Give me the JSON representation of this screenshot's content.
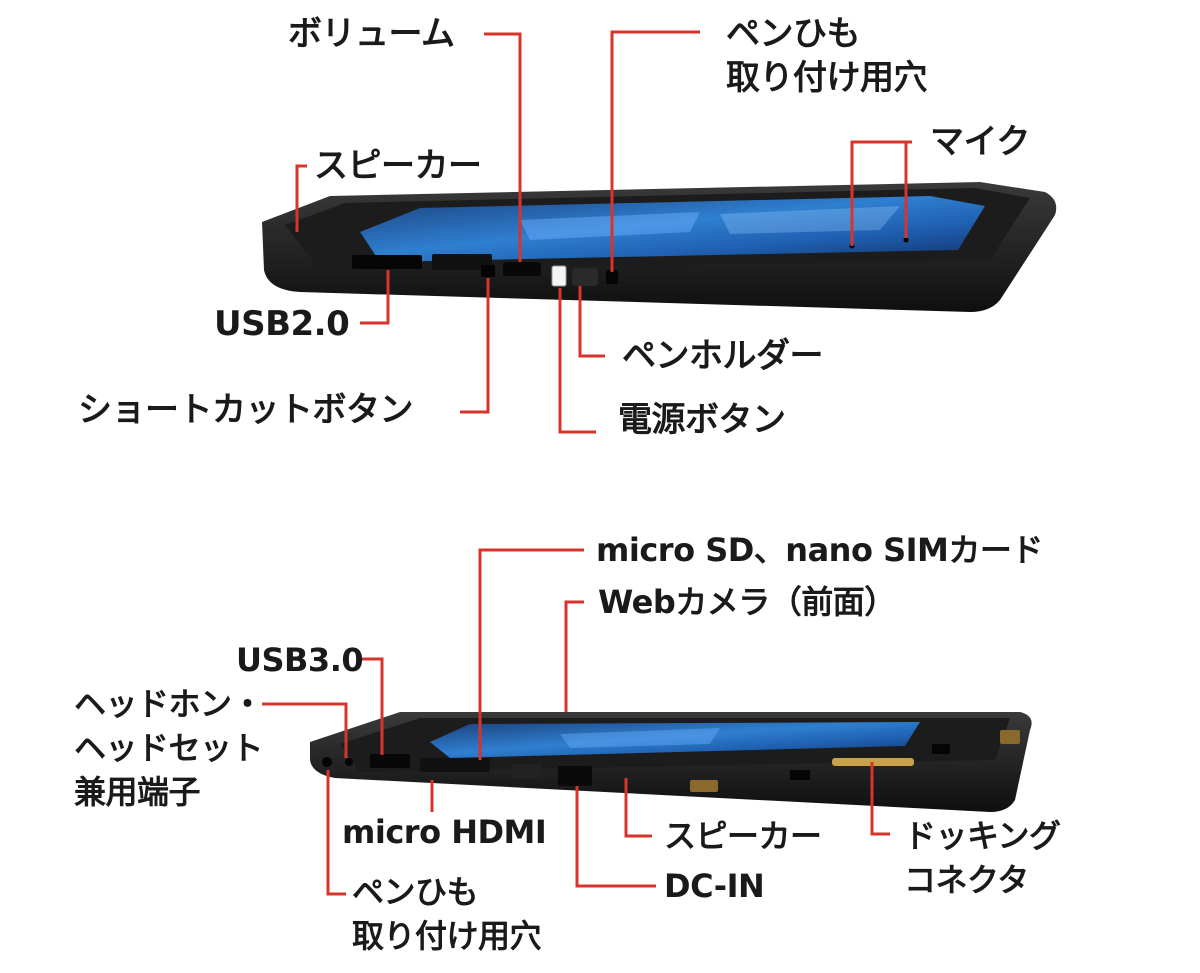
{
  "accent_color": "#d8342c",
  "top_device": {
    "labels": {
      "volume": "ボリューム",
      "pen_strap_hole_line1": "ペンひも",
      "pen_strap_hole_line2": "取り付け用穴",
      "speaker": "スピーカー",
      "mic": "マイク",
      "usb2": "USB2.0",
      "pen_holder": "ペンホルダー",
      "shortcut_button": "ショートカットボタン",
      "power_button": "電源ボタン"
    }
  },
  "bottom_device": {
    "labels": {
      "sd_sim": "micro SD、nano SIMカード",
      "webcam": "Webカメラ（前面）",
      "usb3": "USB3.0",
      "headphone_line1": "ヘッドホン・",
      "headphone_line2": "ヘッドセット",
      "headphone_line3": "兼用端子",
      "micro_hdmi": "micro HDMI",
      "speaker": "スピーカー",
      "docking_line1": "ドッキング",
      "docking_line2": "コネクタ",
      "dc_in": "DC-IN",
      "pen_strap_hole_line1": "ペンひも",
      "pen_strap_hole_line2": "取り付け用穴"
    }
  }
}
